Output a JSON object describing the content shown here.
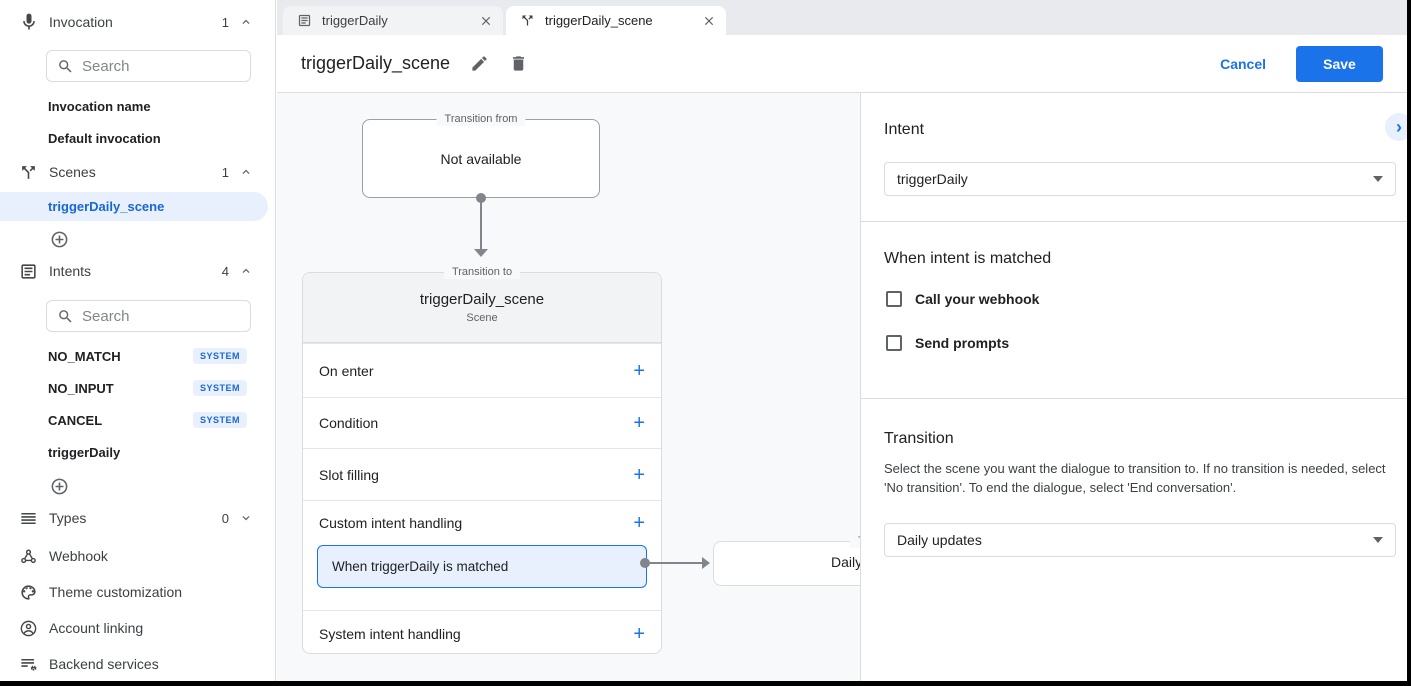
{
  "colors": {
    "accent": "#1a73e8",
    "selected_text": "#1967d2",
    "badge_bg": "#e8f0fe",
    "canvas_bg": "#f8f9fa"
  },
  "icons": {
    "add": "+",
    "collapse_chevron": "›"
  },
  "sidebar": {
    "invocation": {
      "label": "Invocation",
      "count": "1",
      "search_placeholder": "Search",
      "items": [
        "Invocation name",
        "Default invocation"
      ]
    },
    "scenes": {
      "label": "Scenes",
      "count": "1",
      "selected_item": "triggerDaily_scene"
    },
    "intents": {
      "label": "Intents",
      "count": "4",
      "search_placeholder": "Search",
      "items": [
        {
          "name": "NO_MATCH",
          "badge": "SYSTEM"
        },
        {
          "name": "NO_INPUT",
          "badge": "SYSTEM"
        },
        {
          "name": "CANCEL",
          "badge": "SYSTEM"
        },
        {
          "name": "triggerDaily"
        }
      ]
    },
    "types": {
      "label": "Types",
      "count": "0"
    },
    "nav": [
      {
        "label": "Webhook"
      },
      {
        "label": "Theme customization"
      },
      {
        "label": "Account linking"
      },
      {
        "label": "Backend services"
      }
    ]
  },
  "tabs": [
    {
      "label": "triggerDaily"
    },
    {
      "label": "triggerDaily_scene"
    }
  ],
  "header": {
    "title": "triggerDaily_scene",
    "cancel_label": "Cancel",
    "save_label": "Save"
  },
  "canvas": {
    "transition_from": {
      "legend": "Transition from",
      "content": "Not available"
    },
    "scene_card": {
      "legend": "Transition to",
      "title": "triggerDaily_scene",
      "subtitle": "Scene",
      "rows": [
        "On enter",
        "Condition",
        "Slot filling"
      ],
      "custom_row": "Custom intent handling",
      "custom_item": "When triggerDaily is matched",
      "system_row": "System intent handling"
    },
    "partial_card": {
      "legend": "Transition to",
      "content": "Daily updates"
    }
  },
  "panel": {
    "intent": {
      "heading": "Intent",
      "value": "triggerDaily"
    },
    "matched": {
      "heading": "When intent is matched",
      "options": [
        "Call your webhook",
        "Send prompts"
      ]
    },
    "transition": {
      "heading": "Transition",
      "description": "Select the scene you want the dialogue to transition to. If no transition is needed, select 'No transition'. To end the dialogue, select 'End conversation'.",
      "value": "Daily updates"
    }
  }
}
